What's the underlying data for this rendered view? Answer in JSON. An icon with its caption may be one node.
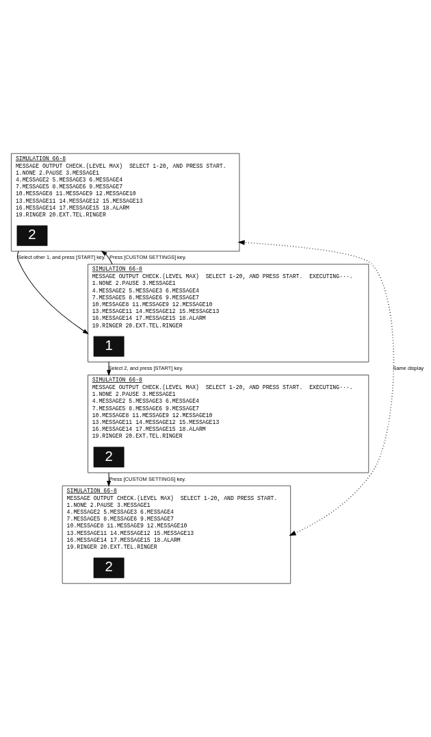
{
  "diagram": {
    "nodes": [
      {
        "text": [
          "SIMULATION 66-8",
          "MESSAGE OUTPUT CHECK.(LEVEL MAX)  SELECT 1-20, AND PRESS START.",
          "1.NONE 2.PAUSE 3.MESSAGE1",
          "4.MESSAGE2 5.MESSAGE3 6.MESSAGE4",
          "7.MESSAGE5 8.MESSAGE6 9.MESSAGE7",
          "10.MESSAGE8 11.MESSAGE9 12.MESSAGE10",
          "13.MESSAGE11 14.MESSAGE12 15.MESSAGE13",
          "16.MESSAGE14 17.MESSAGE15 18.ALARM",
          "19.RINGER 20.EXT.TEL.RINGER"
        ]
      },
      {
        "text": [
          "2"
        ],
        "in": 0
      },
      {
        "text": [
          "SIMULATION 66-8",
          "MESSAGE OUTPUT CHECK.(LEVEL MAX)  SELECT 1-20, AND PRESS START.  EXECUTING···.",
          "1.NONE 2.PAUSE 3.MESSAGE1",
          "4.MESSAGE2 5.MESSAGE3 6.MESSAGE4",
          "7.MESSAGE5 8.MESSAGE6 9.MESSAGE7",
          "10.MESSAGE8 11.MESSAGE9 12.MESSAGE10",
          "13.MESSAGE11 14.MESSAGE12 15.MESSAGE13",
          "16.MESSAGE14 17.MESSAGE15 18.ALARM",
          "19.RINGER 20.EXT.TEL.RINGER"
        ]
      },
      {
        "text": [
          "1"
        ],
        "in": 2
      },
      {
        "text": [
          "SIMULATION 66-8",
          "MESSAGE OUTPUT CHECK.(LEVEL MAX)  SELECT 1-20, AND PRESS START.  EXECUTING···.",
          "1.NONE 2.PAUSE 3.MESSAGE1",
          "4.MESSAGE2 5.MESSAGE3 6.MESSAGE4",
          "7.MESSAGE5 8.MESSAGE6 9.MESSAGE7",
          "10.MESSAGE8 11.MESSAGE9 12.MESSAGE10",
          "13.MESSAGE11 14.MESSAGE12 15.MESSAGE13",
          "16.MESSAGE14 17.MESSAGE15 18.ALARM",
          "19.RINGER 20.EXT.TEL.RINGER"
        ]
      },
      {
        "text": [
          "2"
        ],
        "in": 4
      },
      {
        "text": [
          "SIMULATION 66-8",
          "MESSAGE OUTPUT CHECK.(LEVEL MAX)  SELECT 1-20, AND PRESS START.",
          "1.NONE 2.PAUSE 3.MESSAGE1",
          "4.MESSAGE2 5.MESSAGE3 6.MESSAGE4",
          "7.MESSAGE5 8.MESSAGE6 9.MESSAGE7",
          "10.MESSAGE8 11.MESSAGE9 12.MESSAGE10",
          "13.MESSAGE11 14.MESSAGE12 15.MESSAGE13",
          "16.MESSAGE14 17.MESSAGE15 18.ALARM",
          "19.RINGER 20.EXT.TEL.RINGER"
        ]
      },
      {
        "text": [
          "2"
        ],
        "in": 6
      }
    ],
    "edges": [
      {
        "from": 0,
        "to": 2,
        "arrow": "to",
        "label": "Select other 1, and press [START] key."
      },
      {
        "from": 2,
        "to": 0,
        "arrow": "to",
        "label": "Press [CUSTOM SETTINGS] key."
      },
      {
        "from": 2,
        "to": 4,
        "arrow": "to",
        "label": "Select 2, and press [START] key."
      },
      {
        "from": 4,
        "to": 6,
        "arrow": "to",
        "label": "Press [CUSTOM SETTINGS] key."
      },
      {
        "from": 6,
        "to": 0,
        "arrow": "both",
        "style": "dashed",
        "label": "Same display"
      }
    ]
  }
}
